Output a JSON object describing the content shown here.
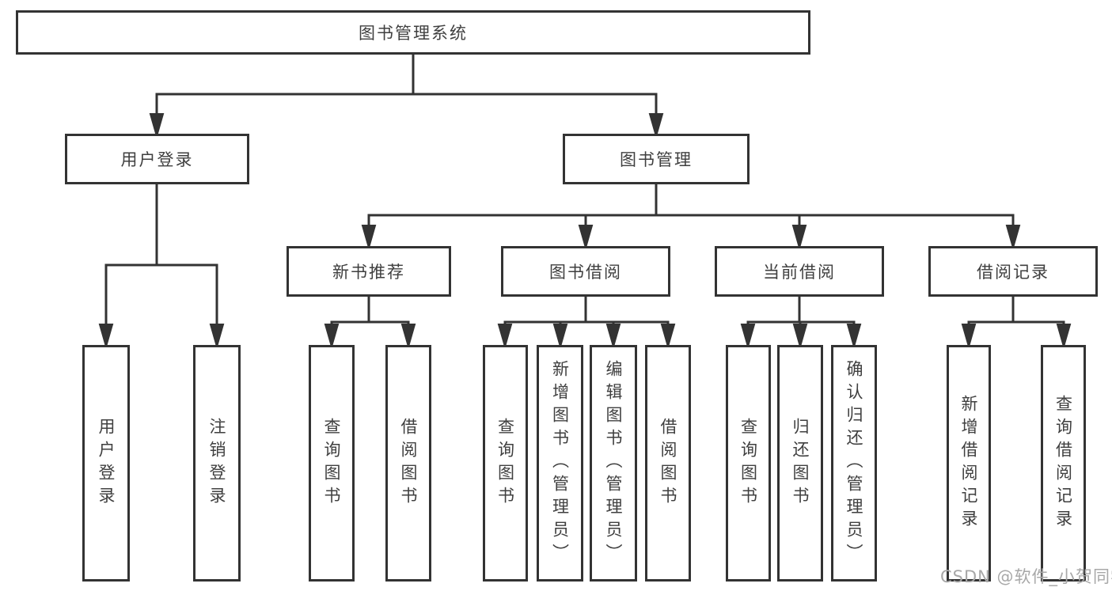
{
  "colors": {
    "line": "#333333",
    "text": "#3f3f3f",
    "watermark": "#a8a8a8",
    "bg": "#ffffff"
  },
  "tree": {
    "root": {
      "label": "图书管理系统"
    },
    "branches": [
      {
        "label": "用户登录",
        "leaves": [
          "用户登录",
          "注销登录"
        ]
      },
      {
        "label": "图书管理",
        "groups": [
          {
            "label": "新书推荐",
            "leaves": [
              "查询图书",
              "借阅图书"
            ]
          },
          {
            "label": "图书借阅",
            "leaves": [
              "查询图书",
              "新增图书（管理员）",
              "编辑图书（管理员）",
              "借阅图书"
            ]
          },
          {
            "label": "当前借阅",
            "leaves": [
              "查询图书",
              "归还图书",
              "确认归还（管理员）"
            ]
          },
          {
            "label": "借阅记录",
            "leaves": [
              "新增借阅记录",
              "查询借阅记录"
            ]
          }
        ]
      }
    ]
  },
  "watermark": {
    "text": "CSDN @软件_小贺同学"
  }
}
